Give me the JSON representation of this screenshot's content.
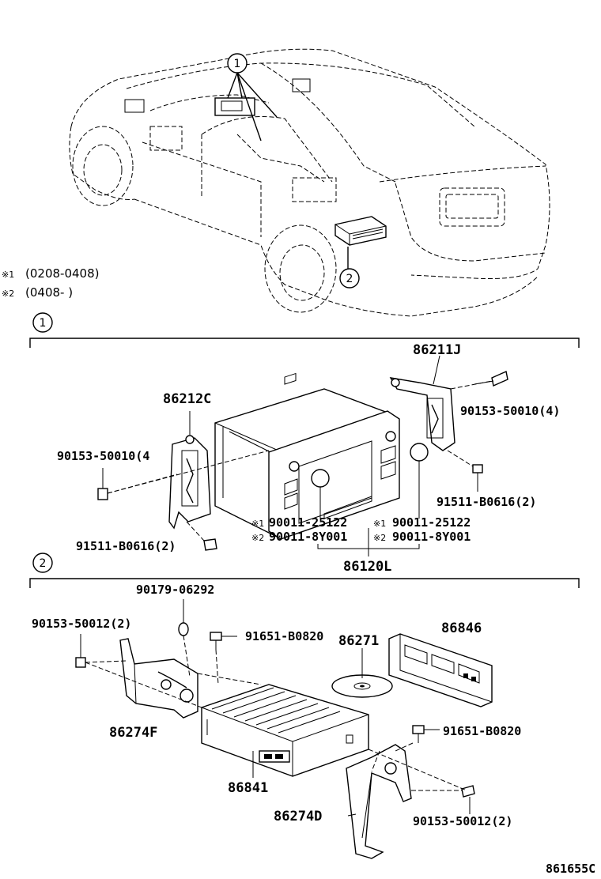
{
  "callouts": {
    "c1": "1",
    "c2": "2"
  },
  "notes": {
    "n1_mark": "※1",
    "n1_text": "(0208-0408)",
    "n2_mark": "※2",
    "n2_text": "(0408-        )"
  },
  "section1": {
    "label": "1",
    "parts": {
      "p86211J": "86211J",
      "p86212C": "86212C",
      "bolt_right": "90153-50010(4)",
      "bolt_left": "90153-50010(4",
      "screw_right": "91511-B0616(2)",
      "screw_left": "91511-B0616(2)",
      "cap_l1_mark": "※1",
      "cap_l1": "90011-25122",
      "cap_l2_mark": "※2",
      "cap_l2": "90011-8Y001",
      "cap_r1_mark": "※1",
      "cap_r1": "90011-25122",
      "cap_r2_mark": "※2",
      "cap_r2": "90011-8Y001",
      "p86120L": "86120L"
    }
  },
  "section2": {
    "label": "2",
    "parts": {
      "p90179": "90179-06292",
      "bolt_top_left": "90153-50012(2)",
      "bolt_top_mid": "91651-B0820",
      "p86271": "86271",
      "p86846": "86846",
      "p86274F": "86274F",
      "bolt_right": "91651-B0820",
      "p86841": "86841",
      "p86274D": "86274D",
      "bolt_bottom_right": "90153-50012(2)"
    }
  },
  "figure_code": "861655C"
}
